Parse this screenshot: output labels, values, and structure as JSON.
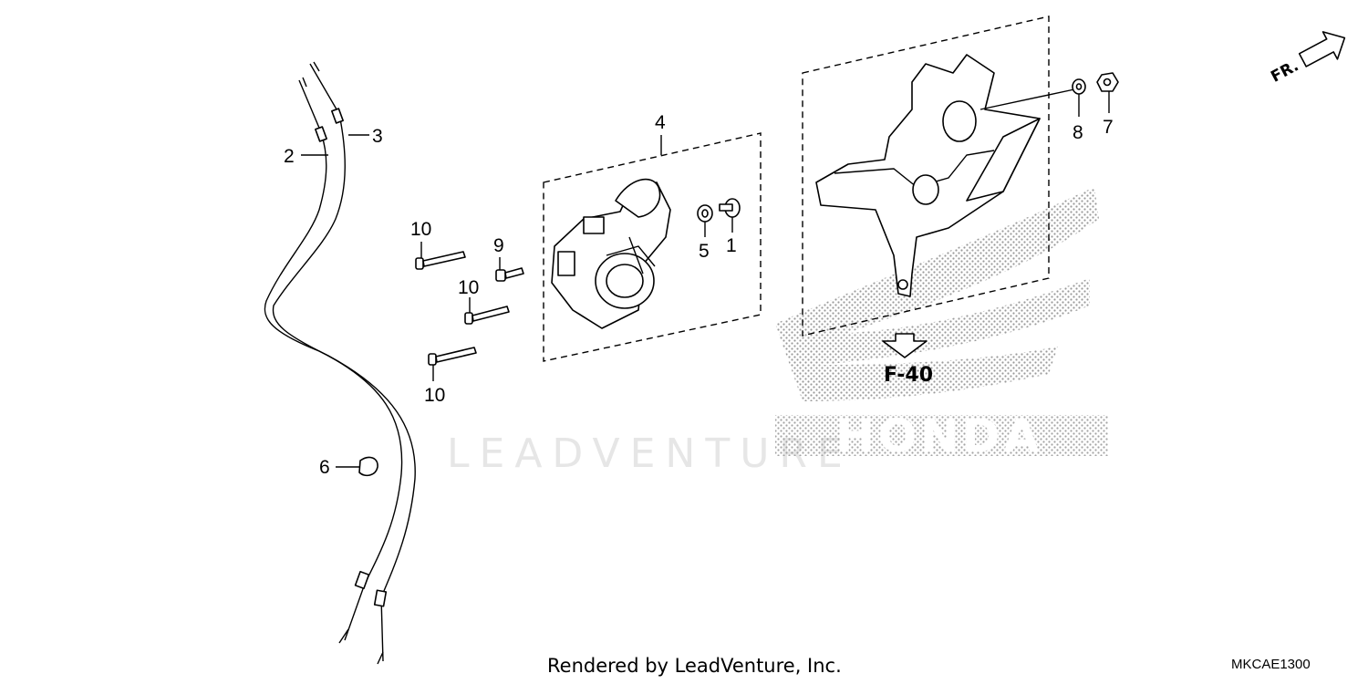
{
  "diagram": {
    "callouts": [
      {
        "id": "callout-1",
        "text": "1"
      },
      {
        "id": "callout-2",
        "text": "2"
      },
      {
        "id": "callout-3",
        "text": "3"
      },
      {
        "id": "callout-4",
        "text": "4"
      },
      {
        "id": "callout-5",
        "text": "5"
      },
      {
        "id": "callout-6",
        "text": "6"
      },
      {
        "id": "callout-7",
        "text": "7"
      },
      {
        "id": "callout-8",
        "text": "8"
      },
      {
        "id": "callout-9",
        "text": "9"
      },
      {
        "id": "callout-10a",
        "text": "10"
      },
      {
        "id": "callout-10b",
        "text": "10"
      },
      {
        "id": "callout-10c",
        "text": "10"
      }
    ],
    "reference_label": "F-40",
    "front_arrow_label": "FR.",
    "brand_watermark": "HONDA",
    "site_watermark": "LEADVENTURE",
    "footer_text": "Rendered by LeadVenture, Inc.",
    "diagram_code": "MKCAE1300"
  },
  "colors": {
    "ink": "#000000",
    "watermark": "#e6e6e6",
    "stipple": "#9a9a9a"
  }
}
